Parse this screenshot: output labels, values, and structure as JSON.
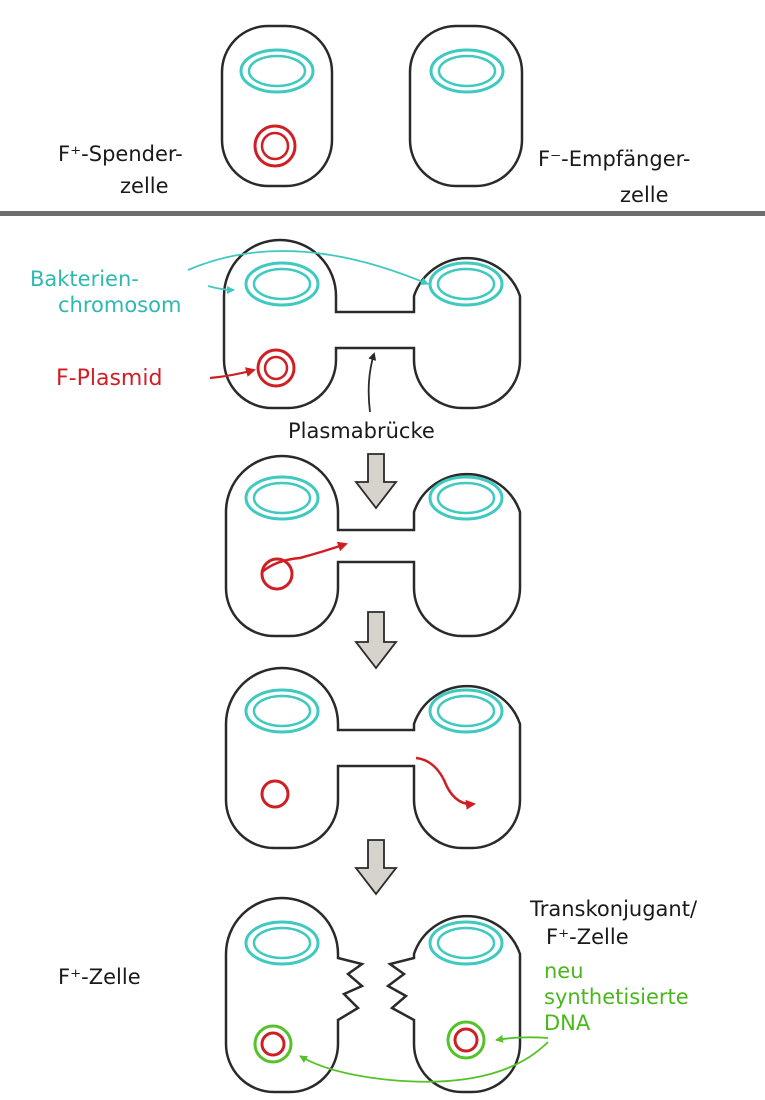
{
  "labels": {
    "donor_line1": "F⁺-Spender-",
    "donor_line2": "zelle",
    "recipient_line1": "F⁻-Empfänger-",
    "recipient_line2": "zelle",
    "chromosome_line1": "Bakterien-",
    "chromosome_line2": "chromosom",
    "plasmid": "F-Plasmid",
    "bridge": "Plasmabrücke",
    "f_plus_cell": "F⁺-Zelle",
    "transconjugant_line1": "Transkonjugant/",
    "transconjugant_line2": "F⁺-Zelle",
    "new_dna_line1": "neu",
    "new_dna_line2": "synthetisierte",
    "new_dna_line3": "DNA"
  },
  "colors": {
    "outline": "#2a2a2a",
    "chromosome": "#3fc9c0",
    "plasmid": "#d01f24",
    "new_dna": "#56c22a",
    "arrow_fill": "#d6d2cc",
    "divider": "#6e6e6e"
  }
}
